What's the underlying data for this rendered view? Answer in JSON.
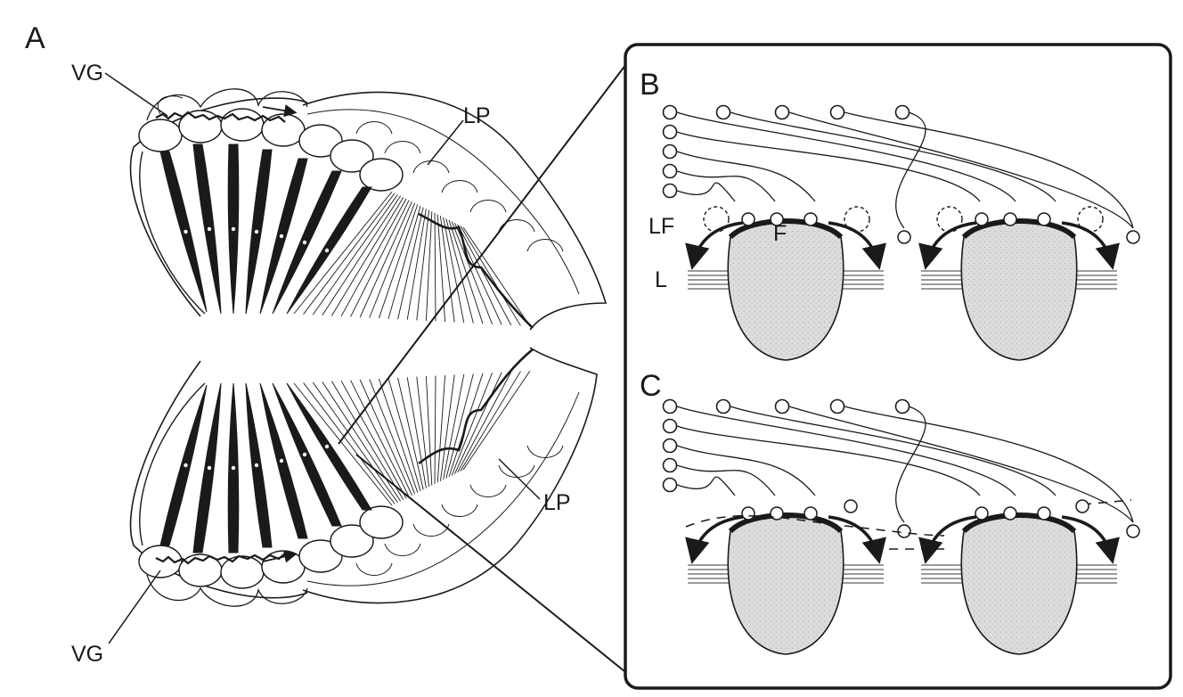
{
  "panels": {
    "a": {
      "label": "A"
    },
    "b": {
      "label": "B"
    },
    "c": {
      "label": "C"
    }
  },
  "labels": {
    "vg_top": "VG",
    "vg_bottom": "VG",
    "lp_top": "LP",
    "lp_bottom": "LP",
    "lf": "LF",
    "f": "F",
    "l": "L"
  },
  "colors": {
    "ink": "#1a1a1a",
    "cell_fill": "#d8d8d8",
    "lamella": "#7a7a7a",
    "background": "#ffffff"
  }
}
